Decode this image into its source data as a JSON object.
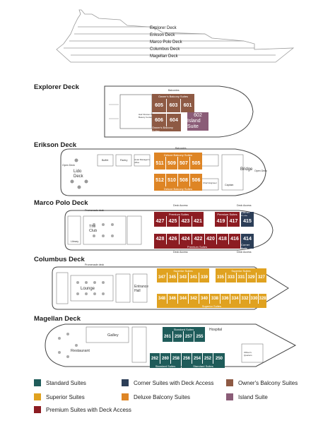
{
  "colors": {
    "standard": "#1f5c5a",
    "superior": "#e0a220",
    "premium": "#8c1c22",
    "corner": "#2c3e57",
    "deluxe": "#de8525",
    "owners": "#8e5a44",
    "island": "#8a5c77"
  },
  "profile": {
    "decks": [
      "Explorer Deck",
      "Erikson Deck",
      "Marco Polo Deck",
      "Columbus Deck",
      "Magellan Deck"
    ]
  },
  "explorer": {
    "title": "Explorer Deck",
    "balconies": "Balconies",
    "owners_label": "Owner's Balcony Suites",
    "hair": "Hair Dresser & Beauty Center",
    "top": [
      "605",
      "603",
      "601"
    ],
    "bottom": [
      "606",
      "604"
    ],
    "island": {
      "num": "602",
      "label": "Island Suite"
    }
  },
  "erikson": {
    "title": "Erikson Deck",
    "balconies": "Balconies",
    "deluxe_label": "Deluxe Balcony Suites",
    "lido": "Lido Deck",
    "bridge": "Bridge",
    "top": [
      "511",
      "509",
      "507",
      "505"
    ],
    "bottom": [
      "512",
      "510",
      "508",
      "506"
    ],
    "rooms": [
      "Buffet",
      "Pantry",
      "Hotel Manager's office",
      "Chief Engineer",
      "Captain",
      "Open Deck",
      "Open Deck"
    ]
  },
  "marco": {
    "title": "Marco Polo Deck",
    "promenade": "Promenade deck",
    "deck_access": "Deck Access",
    "premium_label": "Premium Suites",
    "corner_label": "Corner Suite",
    "club": "The Club",
    "library": "Library",
    "top_premium": [
      "427",
      "425",
      "423",
      "421"
    ],
    "top_premium2": [
      "419",
      "417"
    ],
    "top_corner": "415",
    "bottom_premium": [
      "428",
      "426",
      "424",
      "422",
      "420",
      "418",
      "416"
    ],
    "bottom_corner": "414"
  },
  "columbus": {
    "title": "Columbus Deck",
    "promenade": "Promenade deck",
    "superior_label": "Superior Suites",
    "lounge": "Lounge",
    "hall": "Entrance Hall",
    "top": [
      "347",
      "345",
      "343",
      "341",
      "339"
    ],
    "top2": [
      "335",
      "333",
      "331",
      "329",
      "327"
    ],
    "bottom": [
      "348",
      "346",
      "344",
      "342",
      "340",
      "338",
      "336",
      "334",
      "332",
      "330",
      "328"
    ]
  },
  "magellan": {
    "title": "Magellan Deck",
    "galley": "Galley",
    "restaurant": "Restaurant",
    "hospital": "Hospital",
    "officers": "Officer's Quarters",
    "standard_label": "Standard Suites",
    "top": [
      "261",
      "259",
      "257",
      "255"
    ],
    "bottom": [
      "262",
      "260",
      "258",
      "256",
      "254",
      "252",
      "250"
    ]
  },
  "legend": [
    {
      "label": "Standard Suites",
      "color": "#1f5c5a"
    },
    {
      "label": "Corner Suites with Deck Access",
      "color": "#2c3e57"
    },
    {
      "label": "Owner's Balcony Suites",
      "color": "#8e5a44"
    },
    {
      "label": "Superior Suites",
      "color": "#e0a220"
    },
    {
      "label": "Deluxe Balcony Suites",
      "color": "#de8525"
    },
    {
      "label": "Island Suite",
      "color": "#8a5c77"
    },
    {
      "label": "Premium Suites with Deck Access",
      "color": "#8c1c22"
    }
  ]
}
